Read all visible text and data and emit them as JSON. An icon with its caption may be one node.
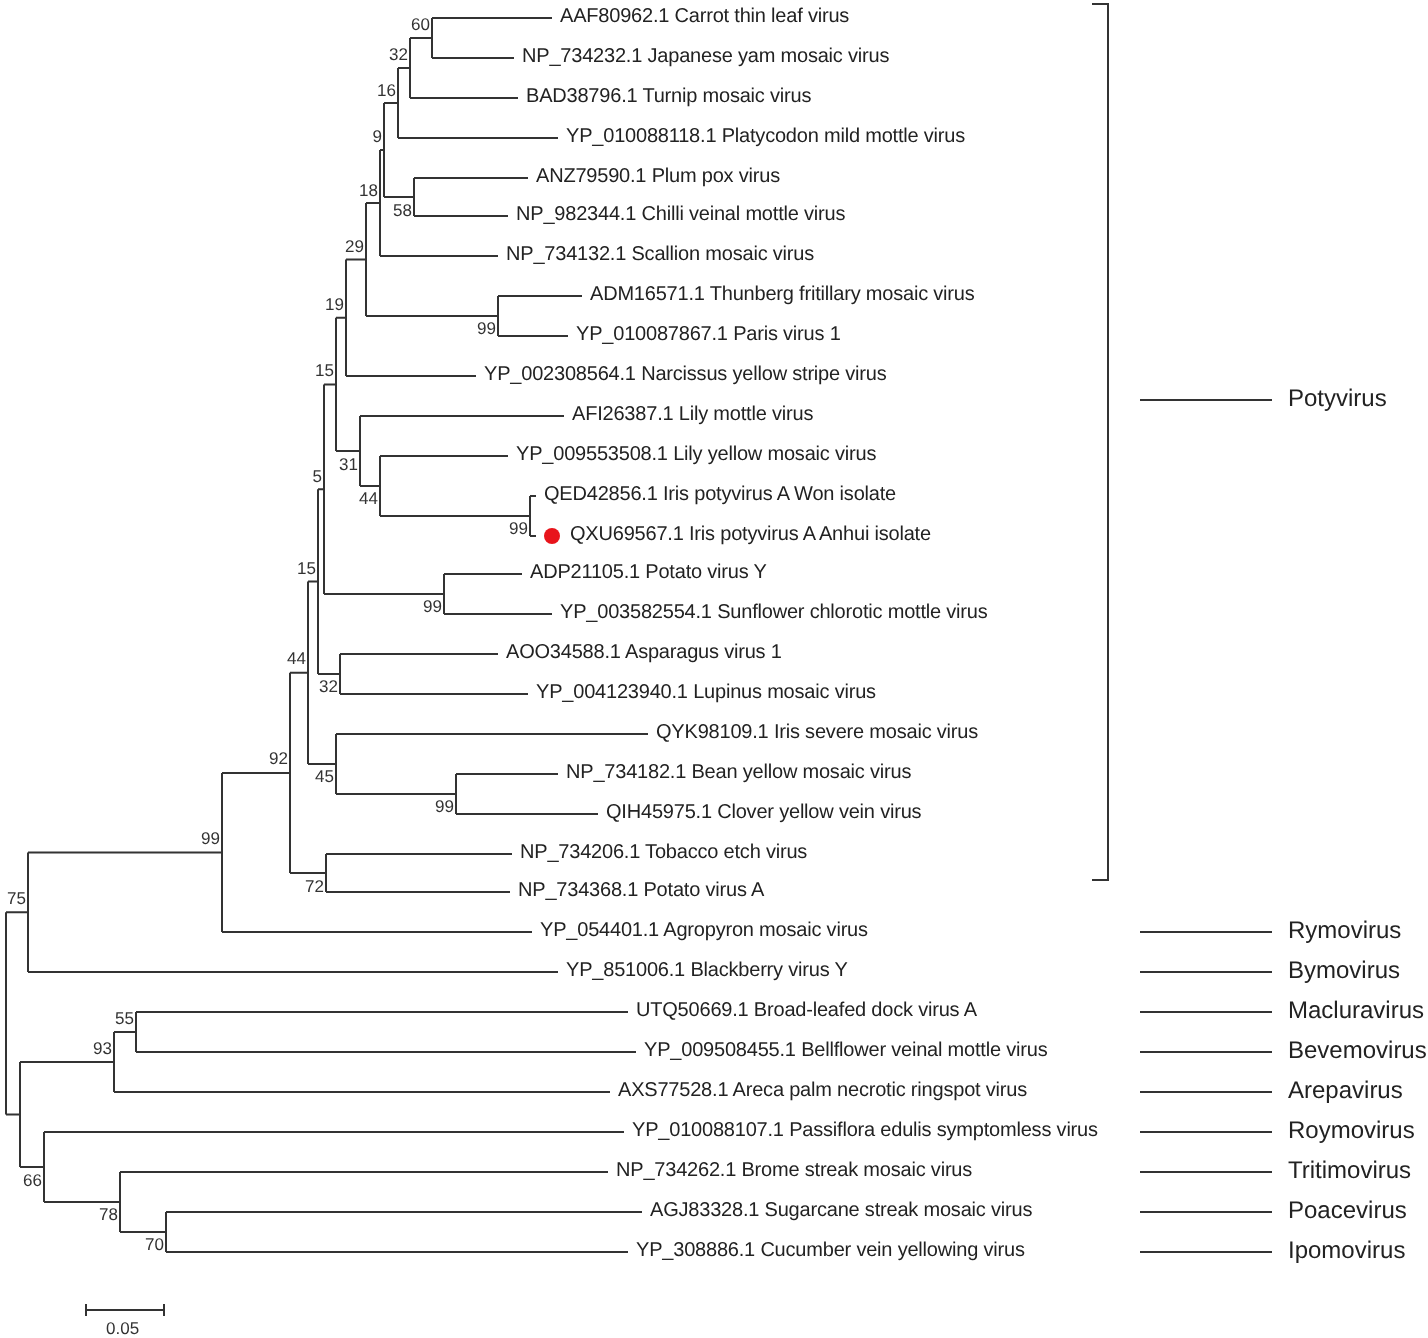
{
  "diagram": {
    "labels": [
      "AAF80962.1 Carrot thin leaf virus",
      "NP_734232.1 Japanese yam mosaic virus",
      "BAD38796.1 Turnip mosaic virus",
      "YP_010088118.1 Platycodon mild mottle virus",
      "ANZ79590.1 Plum pox virus",
      "NP_982344.1 Chilli veinal mottle virus",
      "NP_734132.1 Scallion mosaic virus",
      "ADM16571.1 Thunberg fritillary mosaic virus",
      "YP_010087867.1 Paris virus 1",
      "YP_002308564.1 Narcissus yellow stripe virus",
      "AFI26387.1 Lily mottle virus",
      "YP_009553508.1 Lily yellow mosaic virus",
      "QED42856.1 Iris potyvirus A Won isolate",
      "QXU69567.1 Iris potyvirus A Anhui isolate",
      "ADP21105.1 Potato virus Y",
      "YP_003582554.1 Sunflower chlorotic mottle virus",
      "AOO34588.1 Asparagus virus 1",
      "YP_004123940.1 Lupinus mosaic virus",
      "QYK98109.1 Iris severe mosaic virus",
      "NP_734182.1 Bean yellow mosaic virus",
      "QIH45975.1 Clover yellow vein virus",
      "NP_734206.1 Tobacco etch virus",
      "NP_734368.1 Potato virus A",
      "YP_054401.1 Agropyron mosaic virus",
      "YP_851006.1 Blackberry virus Y",
      "UTQ50669.1 Broad-leafed dock virus A",
      "YP_009508455.1 Bellflower veinal mottle virus",
      "AXS77528.1 Areca palm necrotic ringspot virus",
      "YP_010088107.1 Passiflora edulis symptomless virus",
      "NP_734262.1 Brome streak mosaic virus",
      "AGJ83328.1 Sugarcane streak mosaic virus",
      "YP_308886.1 Cucumber vein yellowing virus",
      "60",
      "32",
      "16",
      "9",
      "18",
      "58",
      "29",
      "19",
      "99",
      "15",
      "31",
      "44",
      "99",
      "5",
      "15",
      "99",
      "44",
      "32",
      "92",
      "45",
      "99",
      "99",
      "72",
      "75",
      "55",
      "93",
      "66",
      "78",
      "70",
      "Potyvirus",
      "Rymovirus",
      "Bymovirus",
      "Macluravirus",
      "Bevemovirus",
      "Arepavirus",
      "Roymovirus",
      "Tritimovirus",
      "Poacevirus",
      "Ipomovirus",
      "0.05"
    ]
  }
}
